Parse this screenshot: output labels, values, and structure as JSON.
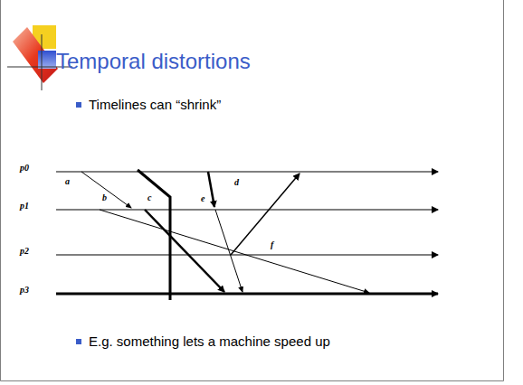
{
  "diagram": {
    "title": "Temporal distortions",
    "labels": [
      "Timelines can “shrink”",
      "p0",
      "p1",
      "p2",
      "p3",
      "a",
      "b",
      "c",
      "d",
      "e",
      "f",
      "E.g. something lets a machine speed up"
    ]
  }
}
